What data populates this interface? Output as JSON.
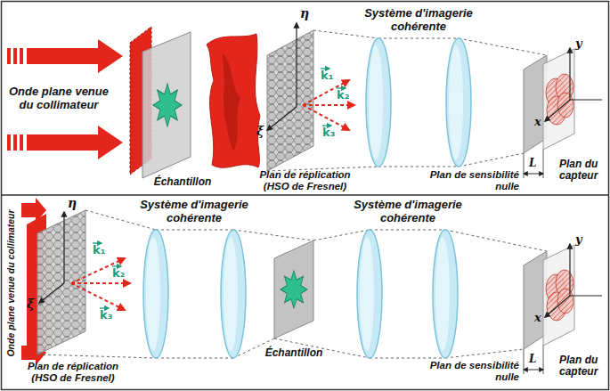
{
  "diagram": {
    "labels": [
      "Onde plane venue du collimateur",
      "Échantillon",
      "η",
      "ξ",
      "k₁",
      "k₂",
      "k₃",
      "Plan de réplication (HSO de Fresnel)",
      "Système d'imagerie cohérente",
      "Plan de sensibilité nulle",
      "y",
      "x",
      "L",
      "Plan du capteur",
      "Onde plane venue du collimateur",
      "η",
      "ξ",
      "k₁",
      "k₂",
      "k₃",
      "Plan de réplication (HSO de Fresnel)",
      "Système d'imagerie cohérente",
      "Échantillon",
      "Système d'imagerie cohérente",
      "Plan de sensibilité nulle",
      "y",
      "x",
      "L",
      "Plan du capteur"
    ]
  }
}
